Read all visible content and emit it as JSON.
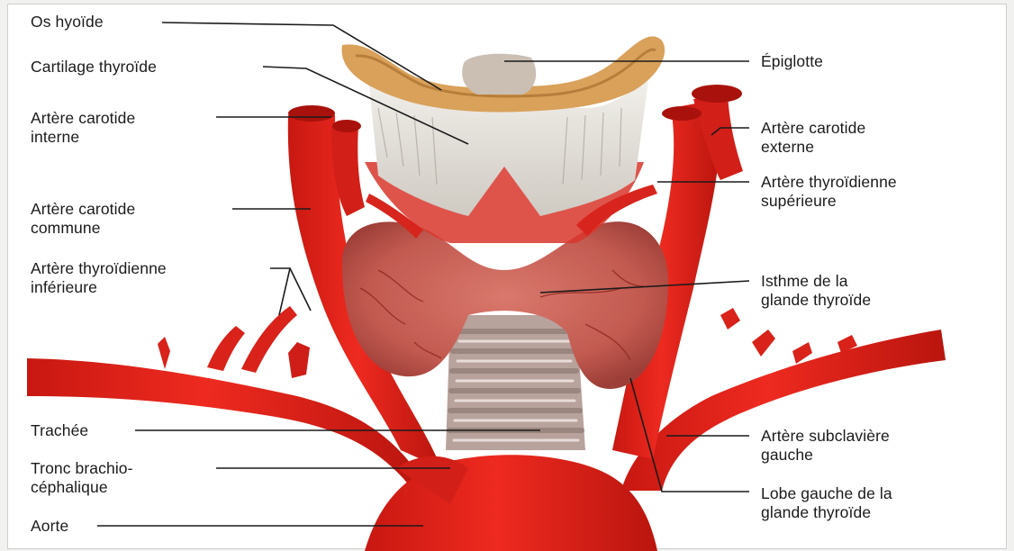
{
  "diagram": {
    "colors": {
      "artery": "#e8231c",
      "artery_dark": "#b3140f",
      "thyroid": "#c9645a",
      "cartilage": "#e6e3dc",
      "hyoid": "#d9a15a",
      "trachea": "#c9b4ae",
      "leader": "#1a1a1a"
    },
    "labels": {
      "os_hyoide": "Os hyoïde",
      "cartilage_thyroide": "Cartilage thyroïde",
      "artere_carotide_interne": "Artère carotide\ninterne",
      "artere_carotide_commune": "Artère carotide\ncommune",
      "artere_thyroidienne_inferieure": "Artère thyroïdienne\ninférieure",
      "trachee": "Trachée",
      "tronc_brachiocephalique": "Tronc brachio-\ncéphalique",
      "aorte": "Aorte",
      "epiglotte": "Épiglotte",
      "artere_carotide_externe": "Artère carotide\nexterne",
      "artere_thyroidienne_superieure": "Artère thyroïdienne\nsupérieure",
      "isthme_glande_thyroide": "Isthme de la\nglande thyroïde",
      "artere_subclaviere_gauche": "Artère subclavière\ngauche",
      "lobe_gauche_glande_thyroide": "Lobe gauche de la\nglande thyroïde"
    }
  }
}
